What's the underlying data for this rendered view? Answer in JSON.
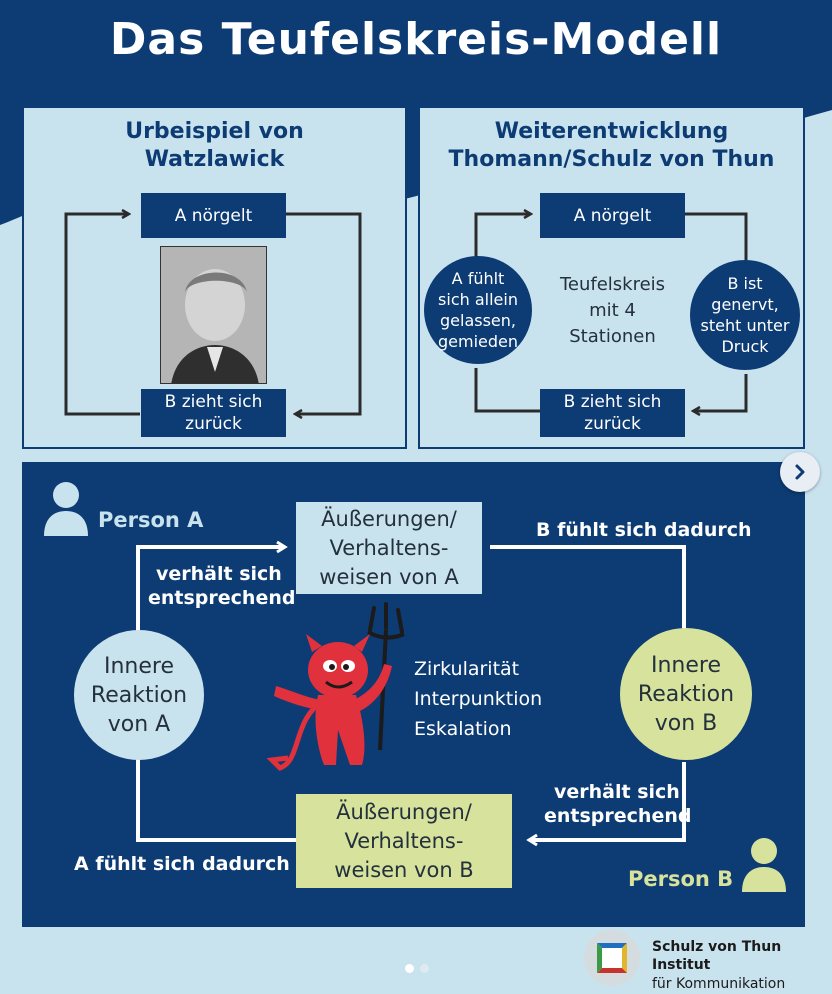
{
  "title": "Das Teufelskreis-Modell",
  "left_panel": {
    "title_line1": "Urbeispiel von",
    "title_line2": "Watzlawick",
    "top_box": "A nörgelt",
    "bottom_box_line1": "B zieht sich",
    "bottom_box_line2": "zurück"
  },
  "right_panel": {
    "title_line1": "Weiterentwicklung",
    "title_line2": "Thomann/Schulz von Thun",
    "top_box": "A nörgelt",
    "left_circle": [
      "A fühlt",
      "sich allein",
      "gelassen,",
      "gemieden"
    ],
    "center_text": [
      "Teufelskreis",
      "mit 4",
      "Stationen"
    ],
    "right_circle": [
      "B ist",
      "genervt,",
      "steht unter",
      "Druck"
    ],
    "bottom_box_line1": "B zieht sich",
    "bottom_box_line2": "zurück"
  },
  "main_diagram": {
    "person_a": "Person A",
    "person_b": "Person B",
    "box_a": [
      "Äußerungen/",
      "Verhaltens-",
      "weisen von A"
    ],
    "box_b": [
      "Äußerungen/",
      "Verhaltens-",
      "weisen von B"
    ],
    "circle_a": [
      "Innere",
      "Reaktion",
      "von A"
    ],
    "circle_b": [
      "Innere",
      "Reaktion",
      "von B"
    ],
    "label_b_feels": "B fühlt sich dadurch",
    "label_a_feels": "A fühlt sich dadurch",
    "label_a_acts_line1": "verhält sich",
    "label_a_acts_line2": "entsprechend",
    "label_b_acts_line1": "verhält sich",
    "label_b_acts_line2": "entsprechend",
    "concepts": [
      "Zirkularität",
      "Interpunktion",
      "Eskalation"
    ]
  },
  "footer": {
    "institute_line1": "Schulz von Thun Institut",
    "institute_line2": "für Kommunikation"
  },
  "colors": {
    "dark_blue": "#0d3b73",
    "light_blue": "#c9e3ee",
    "light_green": "#d7e39d",
    "devil_red": "#e0313c"
  },
  "icons": [
    "chevron-right-icon",
    "person-a-icon",
    "person-b-icon",
    "devil-icon",
    "institute-logo-icon",
    "portrait-photo"
  ]
}
